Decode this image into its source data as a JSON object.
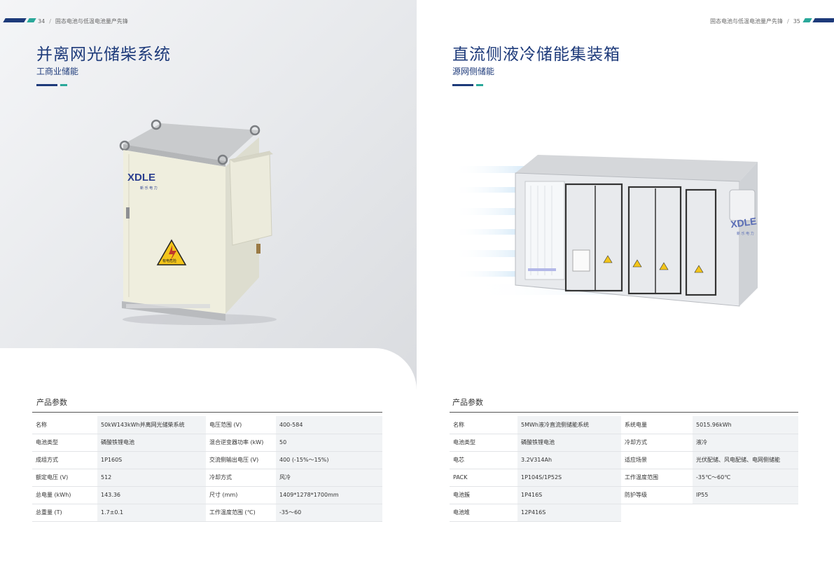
{
  "left_page": {
    "page_number": "34",
    "separator": "/",
    "running_title": "固态电池与低温电池量产先锋",
    "title": "并离网光储柴系统",
    "subtitle": "工商业储能",
    "cabinet": {
      "brand": "XDLE",
      "brand_sub": "新 乐 电 力",
      "warning_text": "有电危险"
    },
    "section_label": "产品参数",
    "params": [
      {
        "k1": "名称",
        "v1": "50kW143kWh并离网光储柴系统",
        "k2": "电压范围 (V)",
        "v2": "400-584"
      },
      {
        "k1": "电池类型",
        "v1": "磷酸铁锂电池",
        "k2": "混合逆变器功率 (kW)",
        "v2": "50"
      },
      {
        "k1": "成组方式",
        "v1": "1P160S",
        "k2": "交流侧输出电压 (V)",
        "v2": "400 (-15%～15%)"
      },
      {
        "k1": "额定电压 (V)",
        "v1": "512",
        "k2": "冷却方式",
        "v2": "风冷"
      },
      {
        "k1": "总电量 (kWh)",
        "v1": "143.36",
        "k2": "尺寸 (mm)",
        "v2": "1409*1278*1700mm"
      },
      {
        "k1": "总重量 (T)",
        "v1": "1.7±0.1",
        "k2": "工作温度范围 (℃)",
        "v2": "-35～60"
      }
    ]
  },
  "right_page": {
    "page_number": "35",
    "separator": "/",
    "running_title": "固态电池与低温电池量产先锋",
    "title": "直流侧液冷储能集装箱",
    "subtitle": "源网侧储能",
    "container": {
      "brand": "XDLE",
      "brand_sub": "新 乐 电 力"
    },
    "section_label": "产品参数",
    "params": [
      {
        "k1": "名称",
        "v1": "5MWh液冷直流侧储能系统",
        "k2": "系统电量",
        "v2": "5015.96kWh"
      },
      {
        "k1": "电池类型",
        "v1": "磷酸铁锂电池",
        "k2": "冷却方式",
        "v2": "液冷"
      },
      {
        "k1": "电芯",
        "v1": "3.2V314Ah",
        "k2": "适应场景",
        "v2": "光伏配储、风电配储、电网侧储能"
      },
      {
        "k1": "PACK",
        "v1": "1P104S/1P52S",
        "k2": "工作温度范围",
        "v2": "-35℃～60℃"
      },
      {
        "k1": "电池簇",
        "v1": "1P416S",
        "k2": "防护等级",
        "v2": "IP55"
      },
      {
        "k1": "电池堆",
        "v1": "12P416S",
        "k2": "",
        "v2": ""
      }
    ]
  },
  "colors": {
    "navy": "#1d3a7a",
    "teal": "#2aa89a",
    "warning_yellow": "#f3c51a"
  }
}
